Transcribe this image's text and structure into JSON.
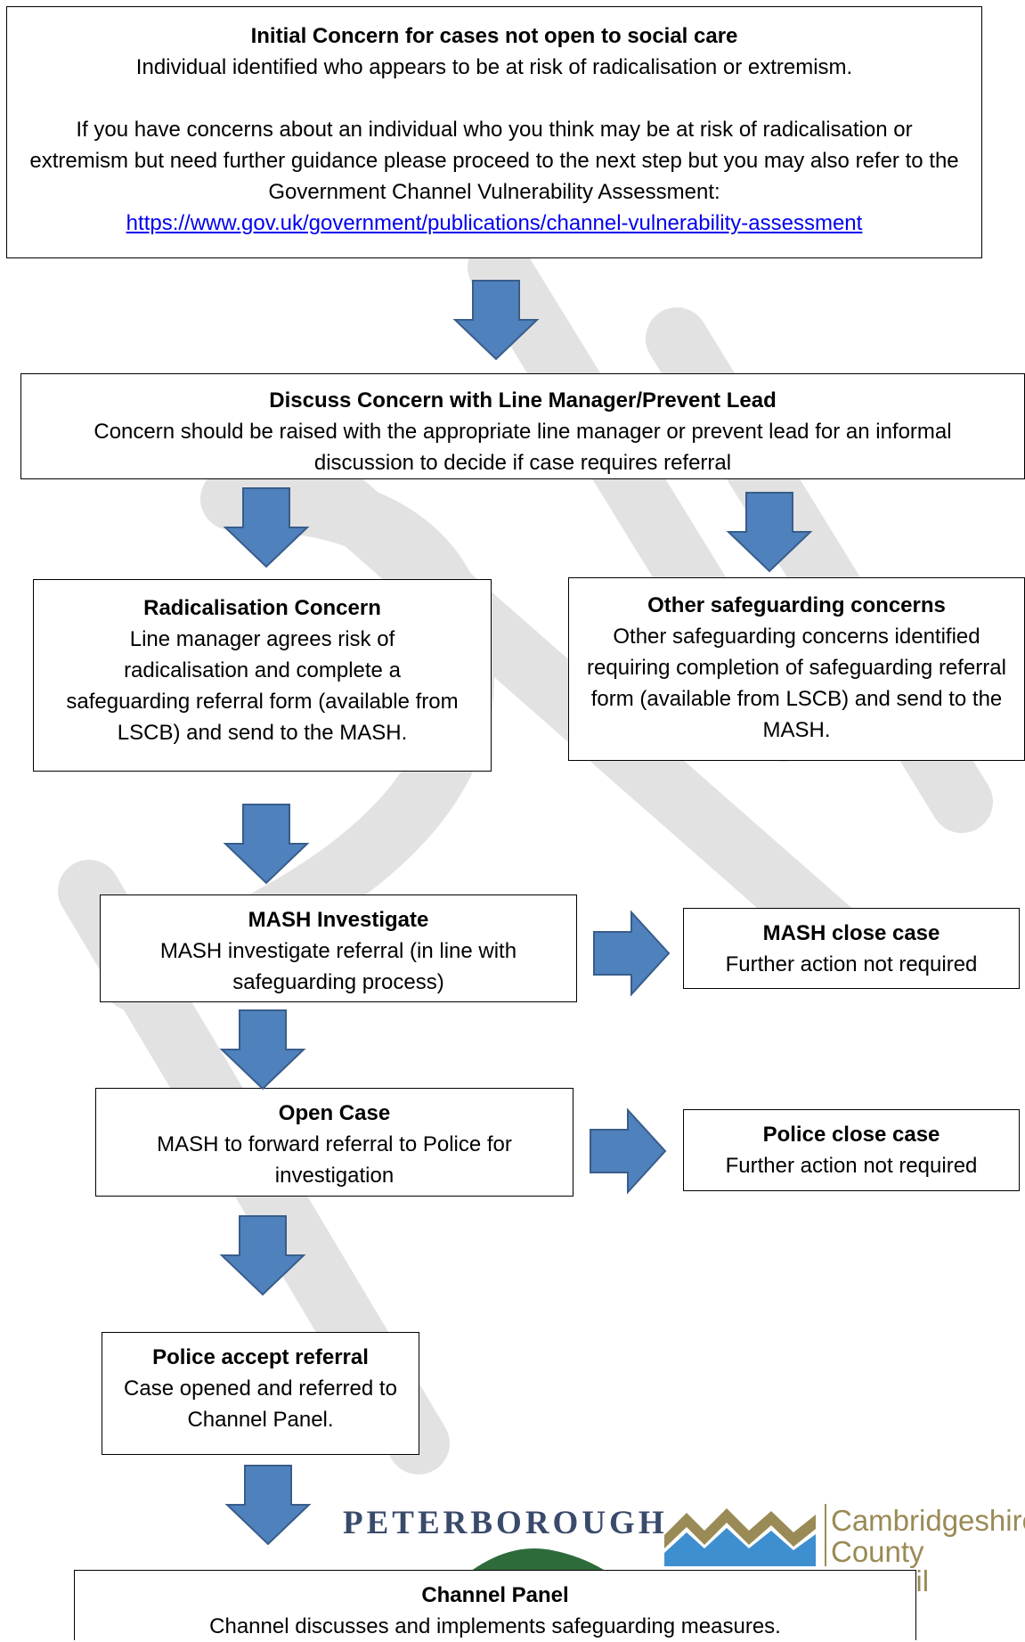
{
  "boxes": {
    "initial": {
      "title": "Initial Concern for cases not open to social care",
      "line1": "Individual identified who appears to be at risk of radicalisation or extremism.",
      "line2": "If you have concerns about an individual who you think may be at risk of radicalisation or extremism but need further guidance please proceed to the next step but you may also refer to the Government Channel Vulnerability Assessment:",
      "link": "https://www.gov.uk/government/publications/channel-vulnerability-assessment"
    },
    "discuss": {
      "title": "Discuss Concern with Line Manager/Prevent Lead",
      "body": "Concern should be raised with the appropriate line manager or prevent lead for an informal discussion to decide if case requires referral"
    },
    "radicalisation": {
      "title": "Radicalisation Concern",
      "body": "Line manager agrees risk of radicalisation and complete a safeguarding referral form (available from LSCB) and send to the MASH."
    },
    "other": {
      "title": "Other safeguarding concerns",
      "body": "Other safeguarding concerns identified requiring completion of safeguarding referral form (available from LSCB) and send to the MASH."
    },
    "mash_investigate": {
      "title": "MASH Investigate",
      "body": "MASH investigate referral (in line with safeguarding process)"
    },
    "mash_close": {
      "title": "MASH close case",
      "body": "Further action not required"
    },
    "open_case": {
      "title": "Open Case",
      "body": "MASH to forward referral to Police for investigation"
    },
    "police_close": {
      "title": "Police close case",
      "body": "Further action not required"
    },
    "police_accept": {
      "title": "Police accept referral",
      "body": "Case opened and referred to Channel Panel."
    },
    "channel": {
      "title": "Channel Panel",
      "body": "Channel discusses and implements safeguarding measures."
    }
  },
  "logos": {
    "peterborough": "PETERBOROUGH",
    "cambs_line1": "Cambridgeshire",
    "cambs_line2": "County Council"
  },
  "colors": {
    "arrow_fill": "#4f81bd",
    "arrow_stroke": "#385d8a",
    "link": "#0000ee"
  }
}
